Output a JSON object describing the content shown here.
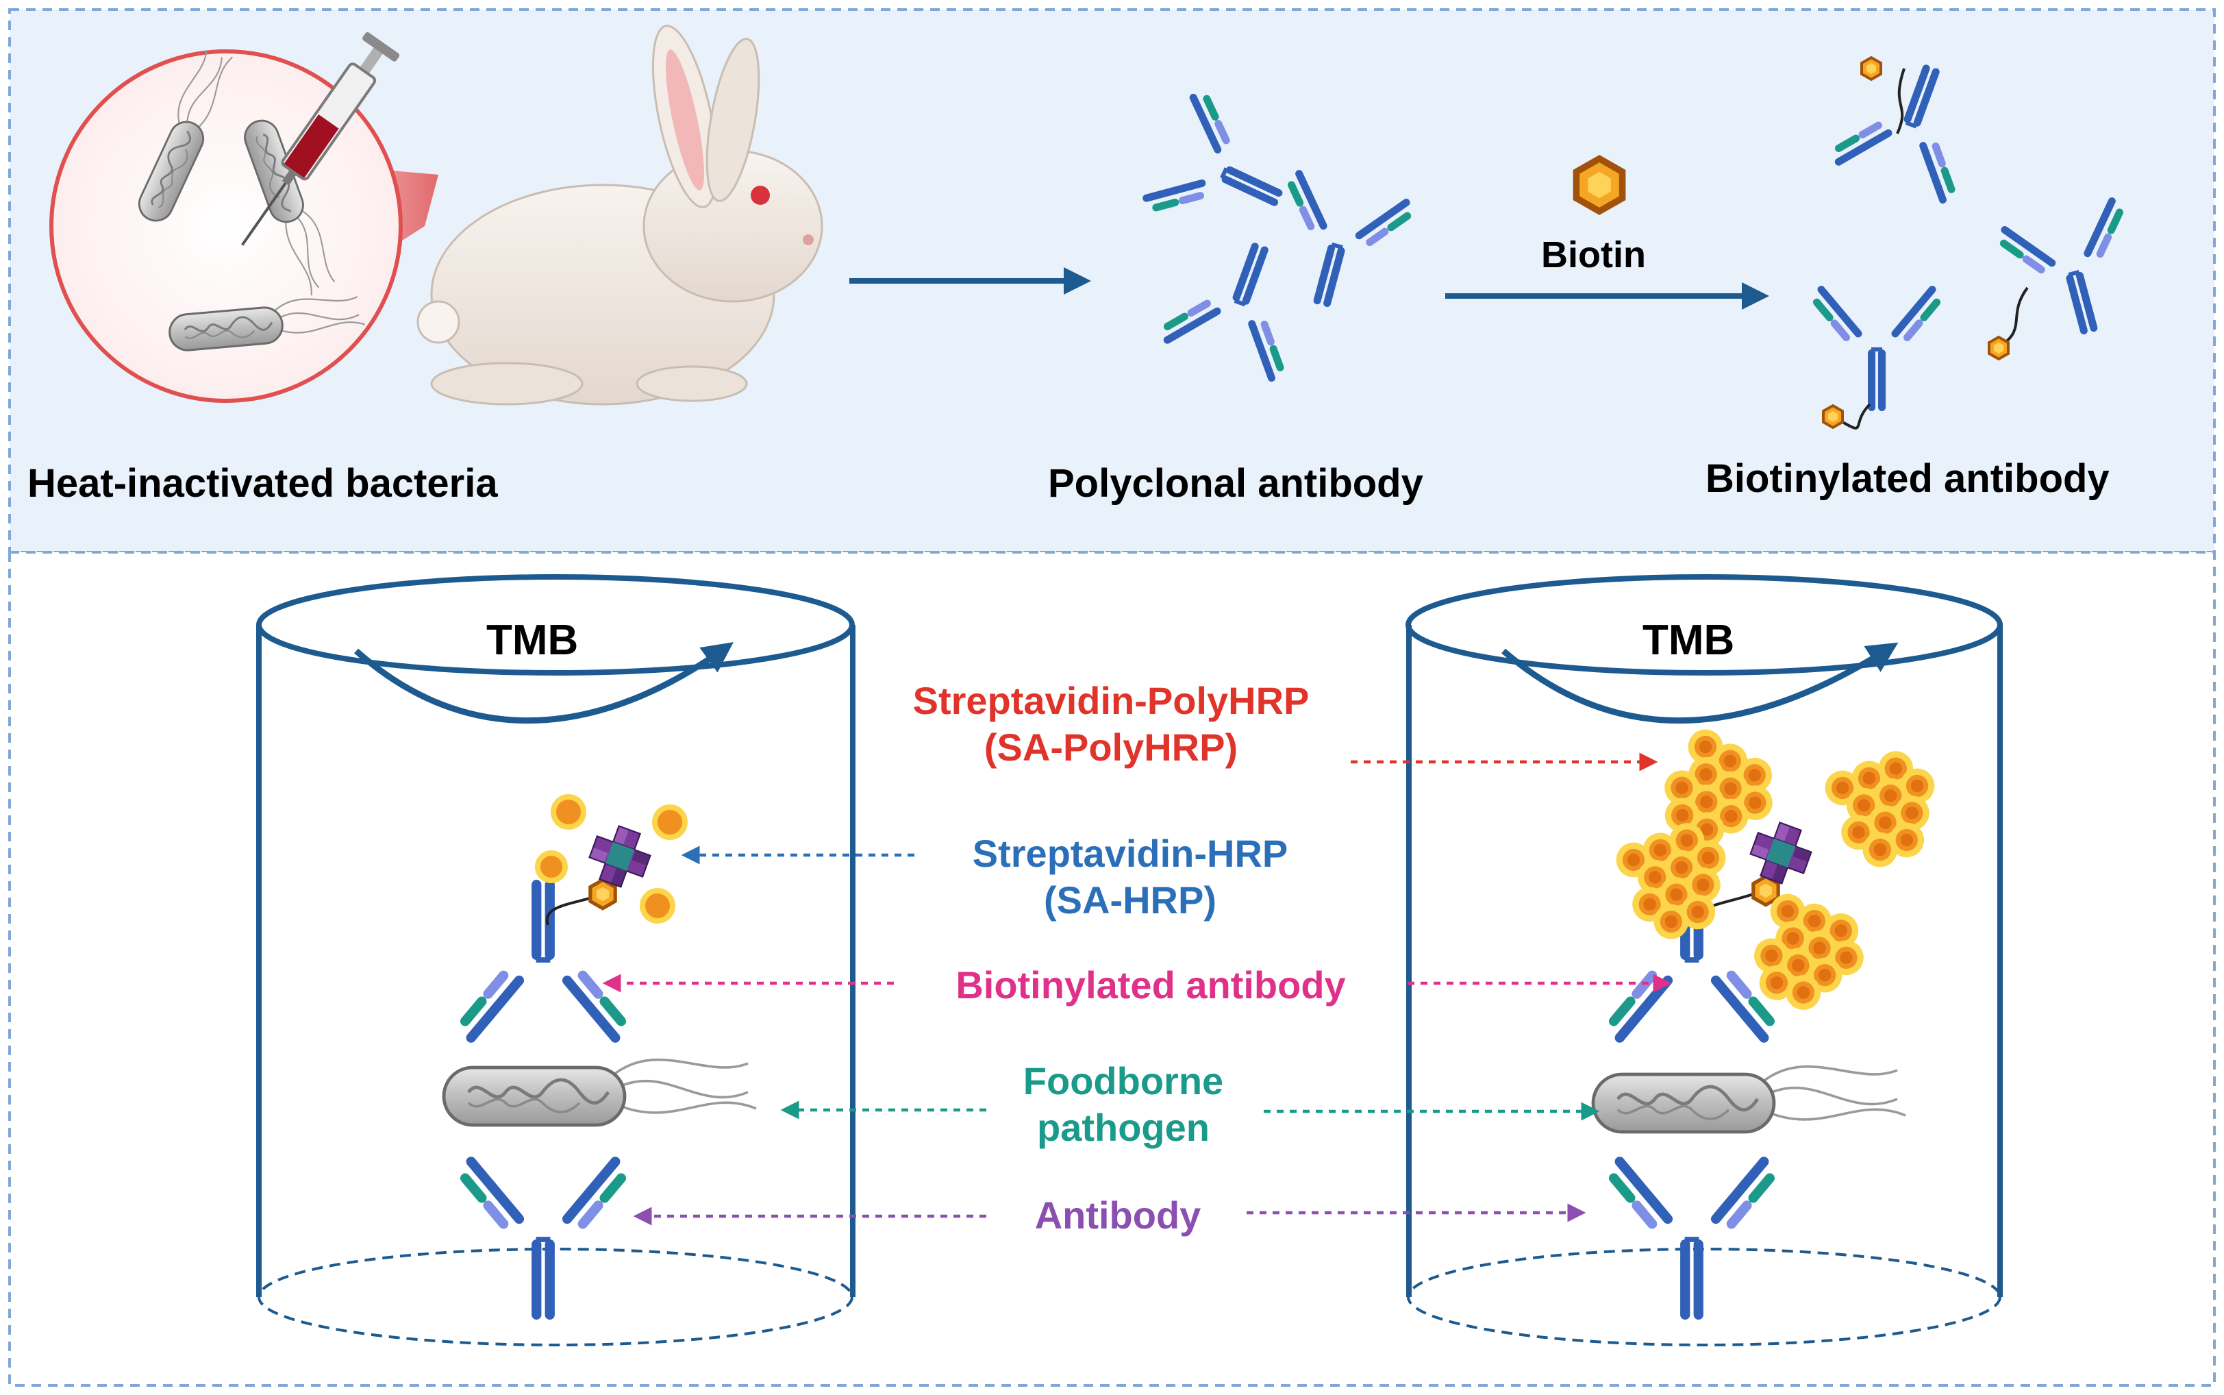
{
  "top_panel": {
    "bacteria_label": "Heat-inactivated bacteria",
    "polyclonal_label": "Polyclonal antibody",
    "biotin_label": "Biotin",
    "biotinylated_label": "Biotinylated antibody"
  },
  "bottom_panel": {
    "left_well": {
      "title": "TMB"
    },
    "right_well": {
      "title": "TMB"
    },
    "legend": {
      "sa_polyhrp_line1": "Streptavidin-PolyHRP",
      "sa_polyhrp_line2": "(SA-PolyHRP)",
      "sa_hrp_line1": "Streptavidin-HRP",
      "sa_hrp_line2": "(SA-HRP)",
      "biotinylated_antibody": "Biotinylated antibody",
      "pathogen_line1": "Foodborne",
      "pathogen_line2": "pathogen",
      "antibody": "Antibody"
    }
  },
  "colors": {
    "panel_bg": "#e9f1fb",
    "border_dash": "#7fa7d8",
    "arrow_blue": "#1d5a8f",
    "heavy_chain": "#3060b8",
    "light_chain_teal": "#1b9a8a",
    "light_chain_lavender": "#7f8fe6",
    "biotin_orange": "#f5a623",
    "sa_polyhrp_red": "#e0342b",
    "sa_hrp_blue": "#2a6fb8",
    "biotinylated_pink": "#e0318a",
    "pathogen_teal": "#1a9a8a",
    "antibody_purple": "#8a4fb0",
    "hrp_orange": "#f0a020",
    "streptavidin_purple": "#7a3a9a"
  }
}
